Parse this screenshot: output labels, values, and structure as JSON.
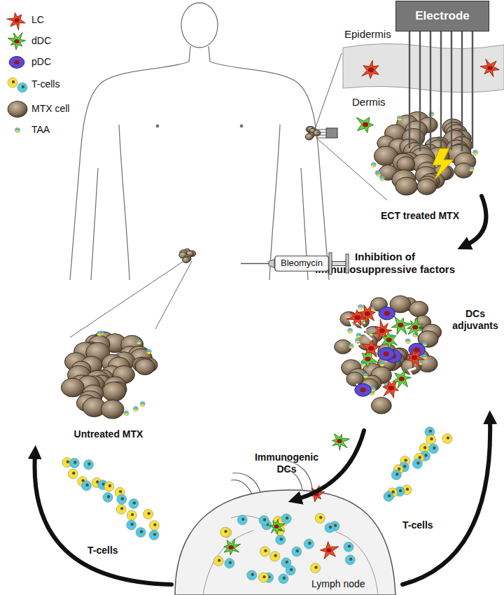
{
  "diagram": {
    "nodes": [
      {
        "text": [
          "Electrode"
        ]
      },
      {
        "text": [
          "Bleomycin"
        ]
      }
    ],
    "labels": [
      "Epidermis",
      "Dermis",
      "ECT treated MTX",
      "Inhibition of immunosuppressive factors",
      "DCs adjuvants",
      "Untreated MTX",
      "Immunogenic DCs",
      "T-cells",
      "T-cells",
      "Lymph node"
    ],
    "legend": [
      {
        "text": "LC"
      },
      {
        "text": "dDC"
      },
      {
        "text": "pDC"
      },
      {
        "text": "T-cells"
      },
      {
        "text": "MTX cell"
      },
      {
        "text": "TAA"
      }
    ]
  }
}
